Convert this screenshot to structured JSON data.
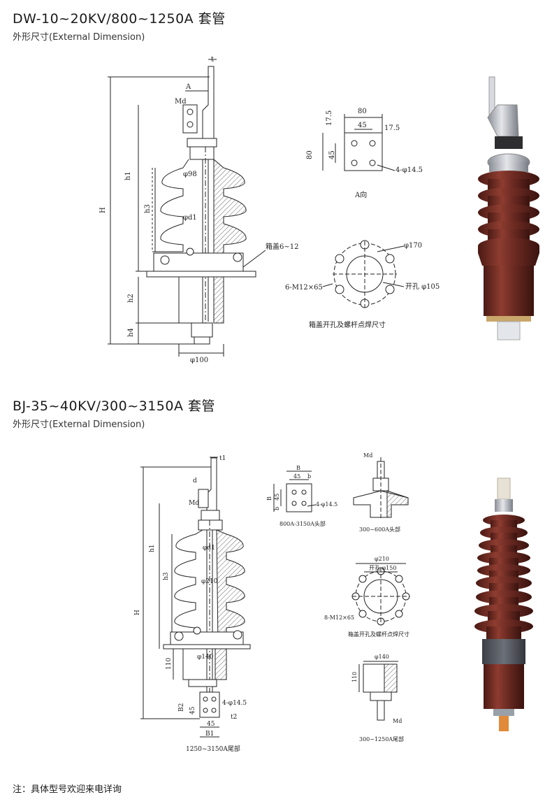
{
  "section1": {
    "title": "DW-10~20KV/800~1250A 套管",
    "subtitle": "外形尺寸(External Dimension)",
    "drawing_labels": {
      "t": "t",
      "A": "A",
      "Md": "Md",
      "phi98": "φ98",
      "phid1": "φd1",
      "h1": "h1",
      "h3": "h3",
      "H": "H",
      "h2": "h2",
      "h4": "h4",
      "phi100": "φ100",
      "box_cover": "箱盖6~12"
    },
    "a_view": {
      "d80": "80",
      "d45": "45",
      "d17_5a": "17.5",
      "d17_5b": "17.5",
      "v80": "80",
      "v45": "45",
      "holes": "4-φ14.5",
      "caption": "A向"
    },
    "flange": {
      "phi170": "φ170",
      "bolts": "6-M12×65",
      "hole": "开孔 φ105",
      "caption": "箱盖开孔及螺杆点焊尺寸"
    }
  },
  "section2": {
    "title": "BJ-35~40KV/300~3150A 套管",
    "subtitle": "外形尺寸(External Dimension)",
    "drawing_labels": {
      "t1": "t1",
      "d": "d",
      "Md": "Md",
      "phid1": "φd1",
      "phi210": "φ210",
      "h1": "h1",
      "h3": "h3",
      "H": "H",
      "phi140": "φ140",
      "d110": "110",
      "holes": "4-φ14.5",
      "B2": "B2",
      "d45v": "45",
      "d45h": "45",
      "B1": "B1",
      "t2": "t2",
      "caption": "1250~3150A尾部"
    },
    "head_detail": {
      "B": "B",
      "d45": "45",
      "b": "b",
      "B2": "B",
      "v45": "45",
      "vb": "b",
      "holes": "4-φ14.5",
      "caption": "800A-3150A头部"
    },
    "head_300": {
      "Md": "Md",
      "caption": "300~600A头部"
    },
    "flange": {
      "phi210": "φ210",
      "hole": "开孔 φ150",
      "bolts": "8-M12×65",
      "caption": "箱盖开孔及螺杆点焊尺寸"
    },
    "tail_300": {
      "phi140": "φ140",
      "d110": "110",
      "Md": "Md",
      "caption": "300~1250A尾部"
    }
  },
  "note": "注：具体型号欢迎来电详询",
  "colors": {
    "porcelain": "#6b2a22",
    "porcelain_light": "#8e3c30",
    "metal": "#b8bcc4",
    "hatch": "#555555"
  }
}
